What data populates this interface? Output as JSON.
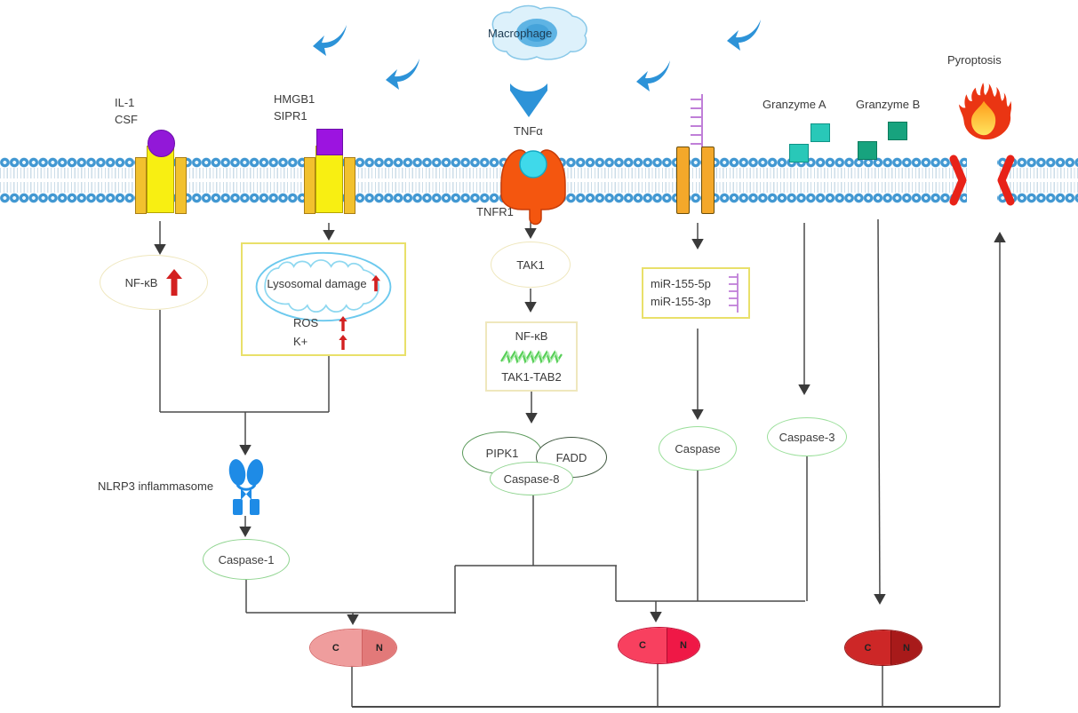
{
  "diagram": {
    "type": "cell-signaling-pathway",
    "nodes": {
      "macrophage": "Macrophage",
      "il1": "IL-1",
      "csf": "CSF",
      "hmgb1": "HMGB1",
      "sipr1": "SIPR1",
      "tnfa": "TNFα",
      "tnfr1": "TNFR1",
      "granzyme_a": "Granzyme A",
      "granzyme_b": "Granzyme B",
      "pyroptosis": "Pyroptosis",
      "nfkb": "NF-κB",
      "lysosomal_damage": "Lysosomal damage",
      "ros": "ROS",
      "k_plus": "K+",
      "tak1": "TAK1",
      "complex_nfkb": "NF-κB",
      "complex_tak1_tab2": "TAK1-TAB2",
      "mir_155_5p": "miR-155-5p",
      "mir_155_3p": "miR-155-3p",
      "pipk1": "PIPK1",
      "fadd": "FADD",
      "caspase_8": "Caspase-8",
      "caspase": "Caspase",
      "caspase_3": "Caspase-3",
      "nlrp3": "NLRP3 inflammasome",
      "caspase_1": "Caspase-1",
      "gsdmd_c": "C",
      "gsdmd_n": "N"
    },
    "colors": {
      "membrane_head": "#4298d2",
      "receptor_yellow": "#f8ef12",
      "receptor_flank": "#f2c12e",
      "ligand_purple": "#9218d8",
      "tnfr_orange": "#f4560f",
      "tnfa_cyan": "#3fd9ea",
      "channel_orange": "#f4a82a",
      "granzyme_a_teal": "#29c8b8",
      "granzyme_b_green": "#17a37e",
      "flame_red": "#ea3513",
      "pore_red": "#e82218",
      "blue_arrow": "#2d93d8",
      "mirna_purple": "#c07fd8",
      "green_oval_border": "#9adf9a",
      "yellow_box_border": "#e9e06a",
      "red_up_arrow": "#d32020",
      "nlrp3_blue": "#1e8be6",
      "gsdmd1": "#ef9d9d",
      "gsdmd2": "#f8405f",
      "gsdmd3": "#cd2727",
      "connector": "#4a4a4a"
    }
  }
}
